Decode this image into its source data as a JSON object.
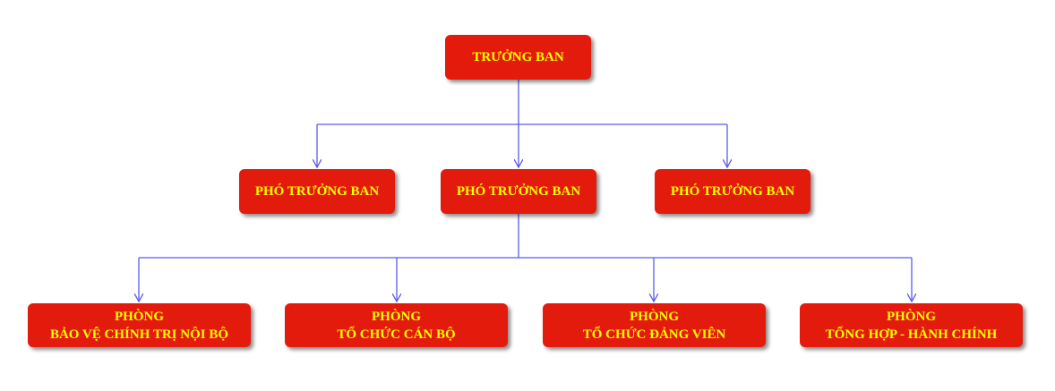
{
  "colors": {
    "box": "#e31b0c",
    "text": "#ffff00",
    "connector": "#5b5bf0"
  },
  "head": {
    "label": "TRƯỞNG BAN"
  },
  "deputies": [
    {
      "label": "PHÓ TRƯỞNG BAN"
    },
    {
      "label": "PHÓ TRƯỞNG BAN"
    },
    {
      "label": "PHÓ TRƯỞNG BAN"
    }
  ],
  "departments": [
    {
      "line1": "PHÒNG",
      "line2": "BẢO VỆ CHÍNH TRỊ NỘI BỘ"
    },
    {
      "line1": "PHÒNG",
      "line2": "TỔ CHỨC CÁN BỘ"
    },
    {
      "line1": "PHÒNG",
      "line2": "TỔ CHỨC ĐẢNG VIÊN"
    },
    {
      "line1": "PHÒNG",
      "line2": "TỔNG HỢP - HÀNH CHÍNH"
    }
  ]
}
